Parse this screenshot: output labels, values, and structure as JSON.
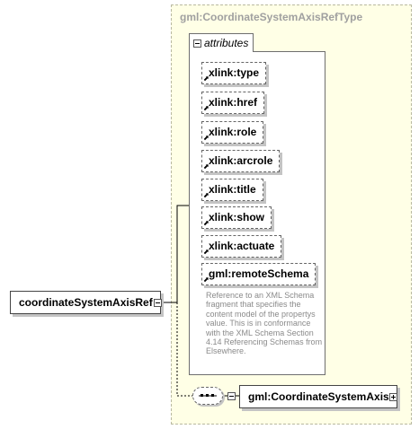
{
  "root_element": {
    "label": "coordinateSystemAxisRef"
  },
  "complex_type": {
    "title": "gml:CoordinateSystemAxisRefType"
  },
  "attribute_group": {
    "label": "attributes",
    "items": [
      {
        "name": "xlink:type"
      },
      {
        "name": "xlink:href"
      },
      {
        "name": "xlink:role"
      },
      {
        "name": "xlink:arcrole"
      },
      {
        "name": "xlink:title"
      },
      {
        "name": "xlink:show"
      },
      {
        "name": "xlink:actuate"
      },
      {
        "name": "gml:remoteSchema"
      }
    ],
    "remote_schema_doc": "Reference to an XML Schema fragment that specifies the content model of the propertys value. This is in conformance with the XML Schema Section 4.14 Referencing Schemas from Elsewhere."
  },
  "sequence": {
    "icon": "sequence-icon"
  },
  "child_element": {
    "label": "gml:CoordinateSystemAxis"
  }
}
